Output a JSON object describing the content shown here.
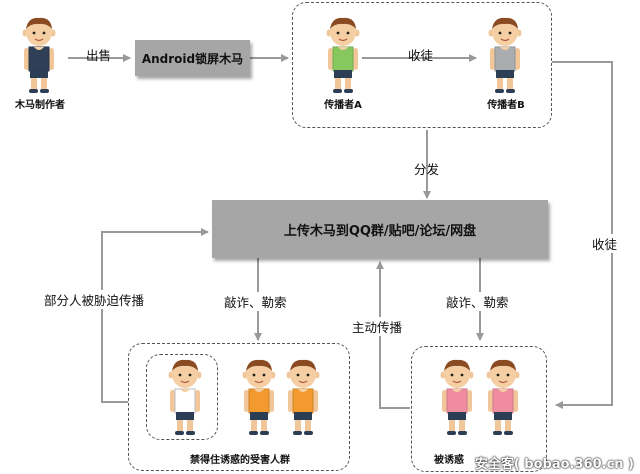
{
  "nodes": {
    "seller": {
      "caption": "木马制作者",
      "shirt": "#2f3f55"
    },
    "trojan_box": {
      "label": "Android锁屏木马"
    },
    "spreader_a": {
      "caption": "传播者A",
      "shirt": "#86c85e"
    },
    "spreader_b": {
      "caption": "传播者B",
      "shirt": "#a9adb0"
    },
    "upload_box": {
      "label": "上传木马到QQ群/贴吧/论坛/网盘"
    },
    "victims_forced": {
      "caption": "禁得住诱惑的受害人群",
      "shirts": [
        "#ffffff",
        "#f29a2e",
        "#f29a2e"
      ]
    },
    "victims_lured": {
      "caption": "被诱惑",
      "shirts": [
        "#f08ca0",
        "#f08ca0"
      ]
    }
  },
  "edges": {
    "sell": "出售",
    "recruit_ab": "收徒",
    "distribute": "分发",
    "recruit_right": "收徒",
    "coerced": "部分人被胁迫传播",
    "extort_left": "敲诈、勒索",
    "extort_right": "敲诈、勒索",
    "active": "主动传播"
  },
  "watermark": "安全客( bobao.360.cn )"
}
